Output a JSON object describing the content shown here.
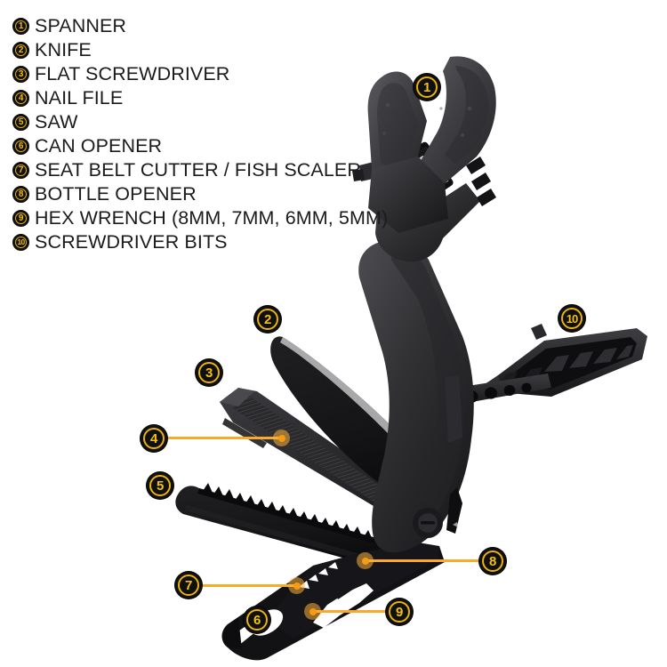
{
  "legend": {
    "items": [
      {
        "number": "1",
        "label": "SPANNER"
      },
      {
        "number": "2",
        "label": "KNIFE"
      },
      {
        "number": "3",
        "label": "FLAT SCREWDRIVER"
      },
      {
        "number": "4",
        "label": "NAIL FILE"
      },
      {
        "number": "5",
        "label": "SAW"
      },
      {
        "number": "6",
        "label": "CAN OPENER"
      },
      {
        "number": "7",
        "label": "SEAT BELT CUTTER / FISH SCALER"
      },
      {
        "number": "8",
        "label": "BOTTLE OPENER"
      },
      {
        "number": "9",
        "label": "HEX WRENCH (8MM, 7MM, 6MM, 5MM)"
      },
      {
        "number": "10",
        "label": "SCREWDRIVER BITS"
      }
    ]
  },
  "callouts": [
    {
      "number": "1",
      "name": "callout-marker-spanner"
    },
    {
      "number": "2",
      "name": "callout-marker-knife"
    },
    {
      "number": "3",
      "name": "callout-marker-flat-screwdriver"
    },
    {
      "number": "4",
      "name": "callout-marker-nail-file"
    },
    {
      "number": "5",
      "name": "callout-marker-saw"
    },
    {
      "number": "6",
      "name": "callout-marker-can-opener"
    },
    {
      "number": "7",
      "name": "callout-marker-seat-belt-cutter"
    },
    {
      "number": "8",
      "name": "callout-marker-bottle-opener"
    },
    {
      "number": "9",
      "name": "callout-marker-hex-wrench"
    },
    {
      "number": "10",
      "name": "callout-marker-screwdriver-bits"
    }
  ],
  "colors": {
    "accent_gold": "#E9B20D",
    "accent_orange": "#F8AB2A",
    "badge_fill": "#101010",
    "text": "#1B1B1B",
    "background": "#FFFFFF",
    "tool_dark": "#1E1E20",
    "tool_mid": "#3A3A3C"
  },
  "product": {
    "type": "multi-tool",
    "subject": "adjustable wrench multi-tool with folding implements"
  }
}
